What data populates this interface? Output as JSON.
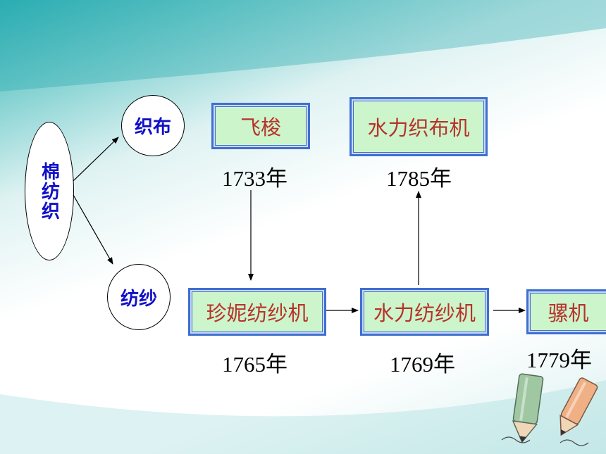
{
  "diagram": {
    "root": "棉纺织",
    "branches": [
      "织布",
      "纺纱"
    ],
    "weaving": [
      {
        "name": "飞梭",
        "year": "1733年"
      },
      {
        "name": "水力织布机",
        "year": "1785年"
      }
    ],
    "spinning": [
      {
        "name": "珍妮纺纱机",
        "year": "1765年"
      },
      {
        "name": "水力纺纱机",
        "year": "1769年"
      },
      {
        "name": "骡机",
        "year": "1779年"
      }
    ]
  },
  "colors": {
    "node_text": "#1010c8",
    "box_fill": "#ccf5cc",
    "box_border": "#3f6fd0",
    "box_text": "#b8322a"
  },
  "decorations": [
    "pencils-icon"
  ]
}
